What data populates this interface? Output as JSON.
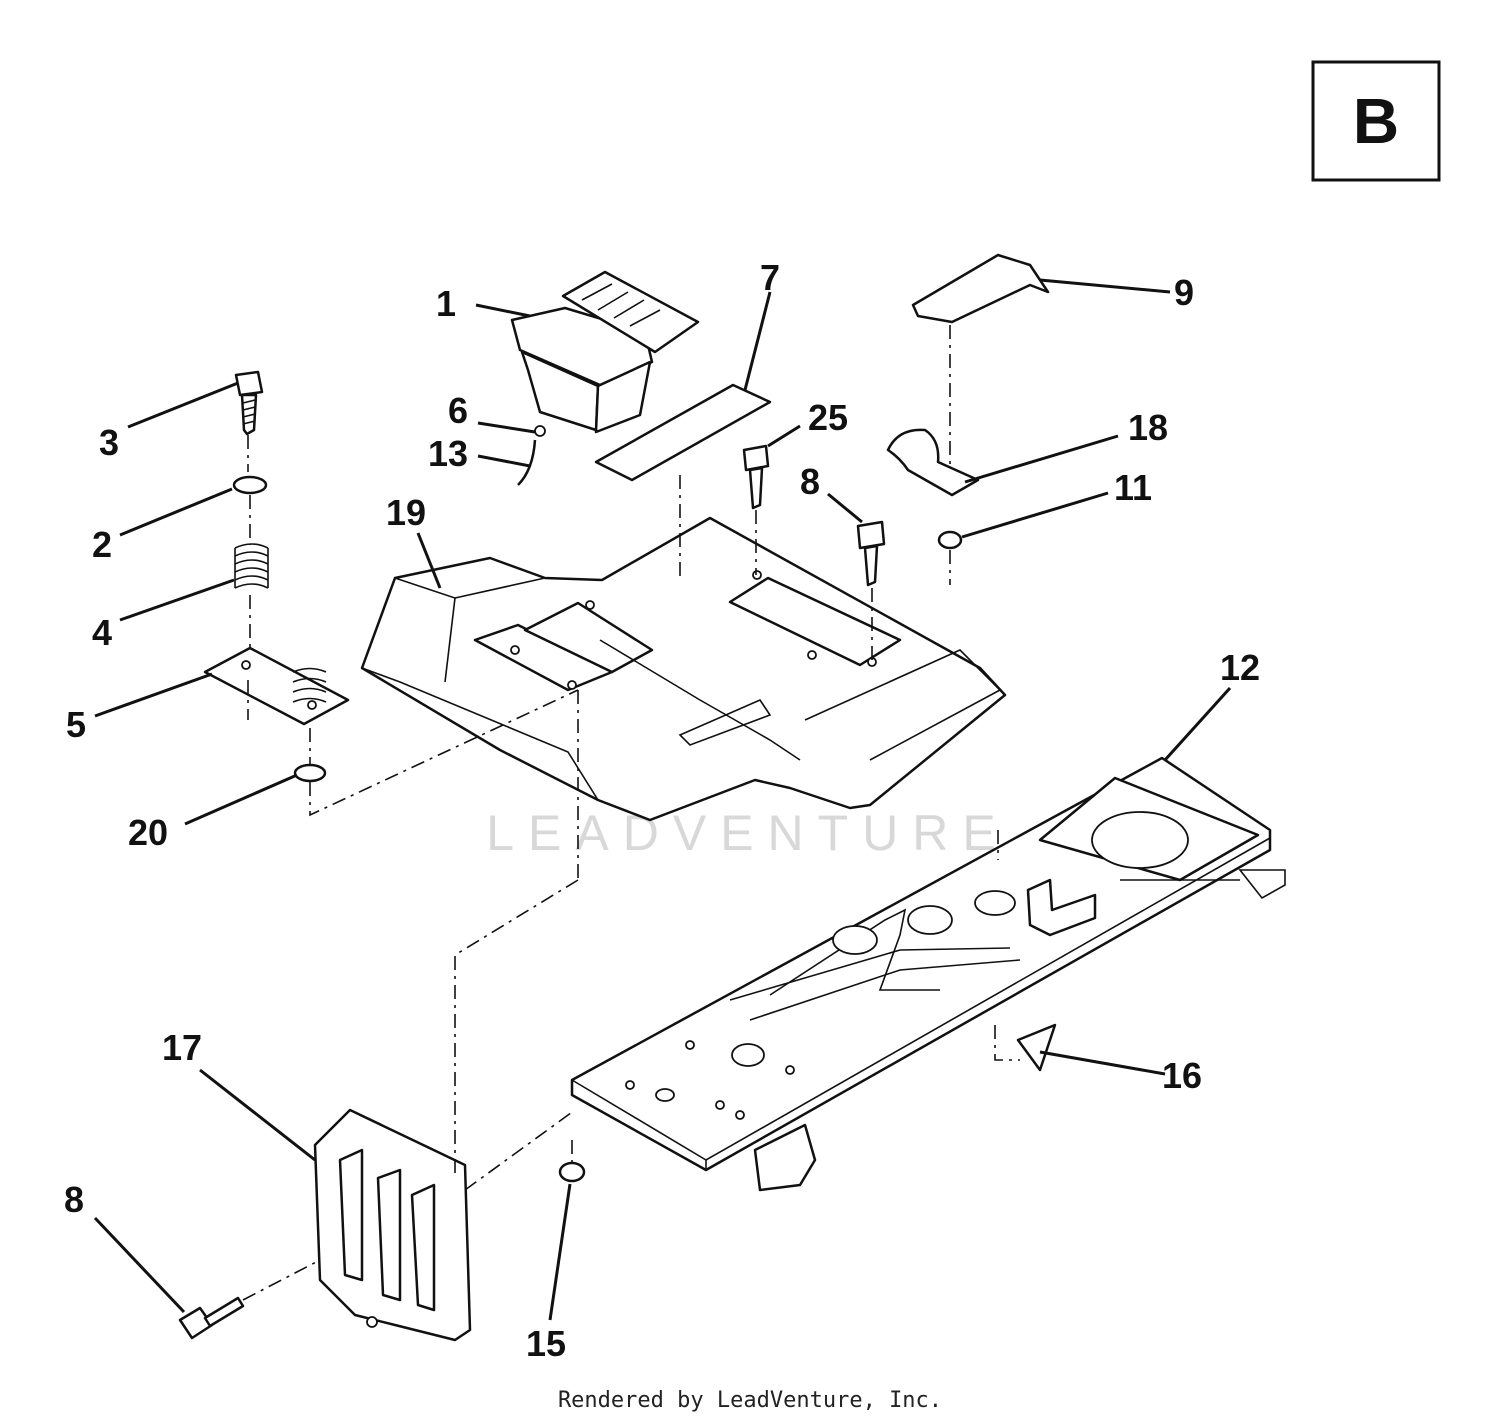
{
  "section_label": "B",
  "watermark": "LEADVENTURE",
  "footer": "Rendered by LeadVenture, Inc.",
  "callouts": [
    "1",
    "2",
    "3",
    "4",
    "5",
    "6",
    "7",
    "8",
    "8",
    "9",
    "11",
    "12",
    "13",
    "15",
    "16",
    "17",
    "18",
    "19",
    "20",
    "25"
  ]
}
